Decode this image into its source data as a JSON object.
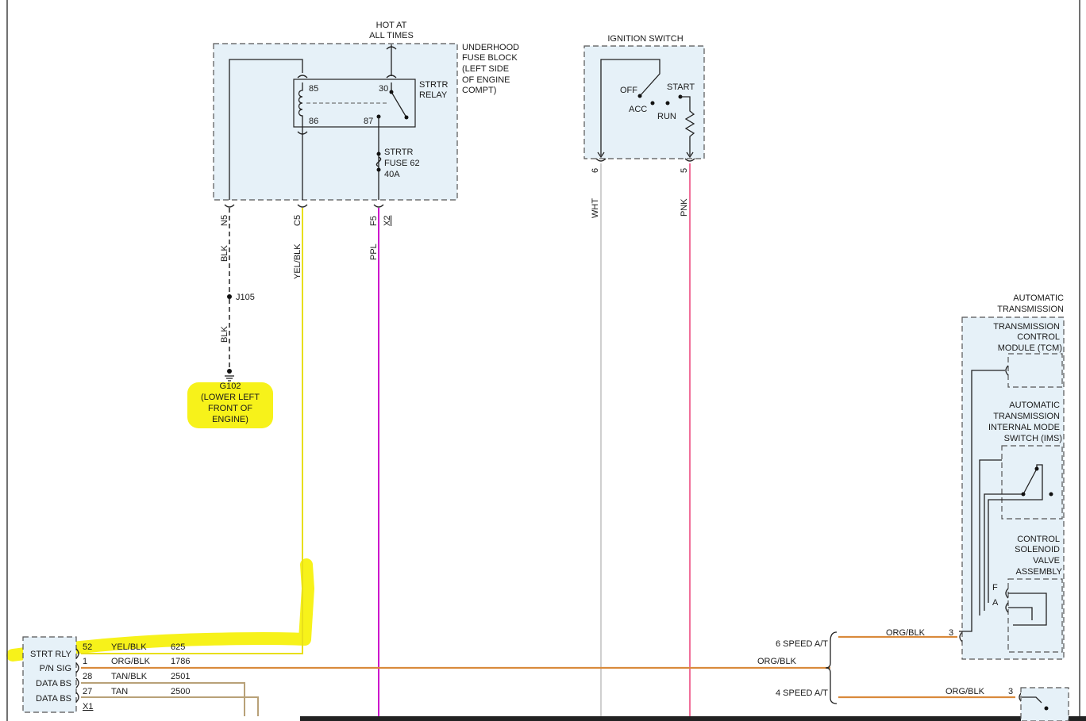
{
  "colors": {
    "background": "#ffffff",
    "module_fill": "#e6f1f8",
    "wire_yel_blk": "#e8df1a",
    "wire_ppl": "#cc11cc",
    "wire_wht": "#cfcfcf",
    "wire_pnk": "#f0709a",
    "wire_org_blk": "#d98a3c",
    "wire_tan": "#b8a178",
    "highlight": "#f7f21a"
  },
  "fuse_block": {
    "hot_line1": "HOT AT",
    "hot_line2": "ALL TIMES",
    "title": [
      "UNDERHOOD",
      "FUSE BLOCK",
      "(LEFT SIDE",
      "OF ENGINE",
      "COMPT)"
    ],
    "relay_label": [
      "STRTR",
      "RELAY"
    ],
    "pin_85": "85",
    "pin_86": "86",
    "pin_30": "30",
    "pin_87": "87",
    "fuse_label": [
      "STRTR",
      "FUSE 62",
      "40A"
    ],
    "connector_n5": "N5",
    "connector_c5": "C5",
    "connector_f5": "F5",
    "connector_x2": "X2"
  },
  "ignition_switch": {
    "title": "IGNITION SWITCH",
    "off": "OFF",
    "acc": "ACC",
    "run": "RUN",
    "start": "START",
    "pin_6": "6",
    "pin_5": "5"
  },
  "wires": {
    "blk_upper": "BLK",
    "blk_lower": "BLK",
    "yel_blk": "YEL/BLK",
    "ppl": "PPL",
    "wht": "WHT",
    "pnk": "PNK"
  },
  "ground": {
    "splice": "J105",
    "id": "G102",
    "location": [
      "(LOWER LEFT",
      "FRONT OF",
      "ENGINE)"
    ]
  },
  "ecm_connector": {
    "rows": [
      {
        "name": "STRT RLY",
        "pin": "52",
        "color": "YEL/BLK",
        "circuit": "625"
      },
      {
        "name": "P/N SIG",
        "pin": "1",
        "color": "ORG/BLK",
        "circuit": "1786"
      },
      {
        "name": "DATA BS",
        "pin": "28",
        "color": "TAN/BLK",
        "circuit": "2501"
      },
      {
        "name": "DATA BS",
        "pin": "27",
        "color": "TAN",
        "circuit": "2500"
      }
    ],
    "connector": "X1"
  },
  "pn_wire_label": "ORG/BLK",
  "automatic_transmission": {
    "title": [
      "AUTOMATIC",
      "TRANSMISSION"
    ],
    "tcm": [
      "TRANSMISSION",
      "CONTROL",
      "MODULE (TCM)"
    ],
    "ims": [
      "AUTOMATIC",
      "TRANSMISSION",
      "INTERNAL MODE",
      "SWITCH (IMS)"
    ],
    "solenoid": [
      "CONTROL",
      "SOLENOID",
      "VALVE",
      "ASSEMBLY"
    ],
    "pin_f": "F",
    "pin_a": "A"
  },
  "speed_branches": {
    "six": {
      "label": "6 SPEED A/T",
      "wire": "ORG/BLK",
      "pin": "3"
    },
    "four": {
      "label": "4 SPEED A/T",
      "wire": "ORG/BLK",
      "pin": "3"
    }
  }
}
